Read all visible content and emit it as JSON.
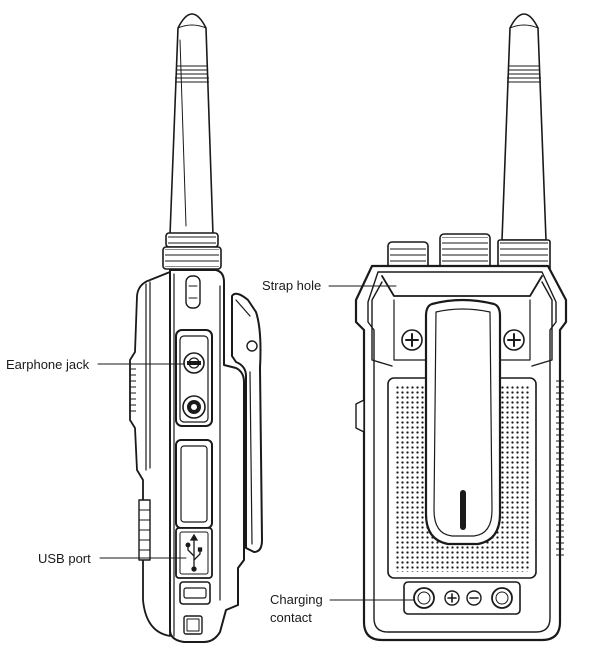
{
  "callouts": {
    "earphone_jack": "Earphone jack",
    "usb_port": "USB port",
    "strap_hole": "Strap hole",
    "charging_contact_line1": "Charging",
    "charging_contact_line2": "contact"
  },
  "icons": [
    "usb-icon",
    "screw-icon",
    "plus-icon",
    "minus-icon"
  ]
}
